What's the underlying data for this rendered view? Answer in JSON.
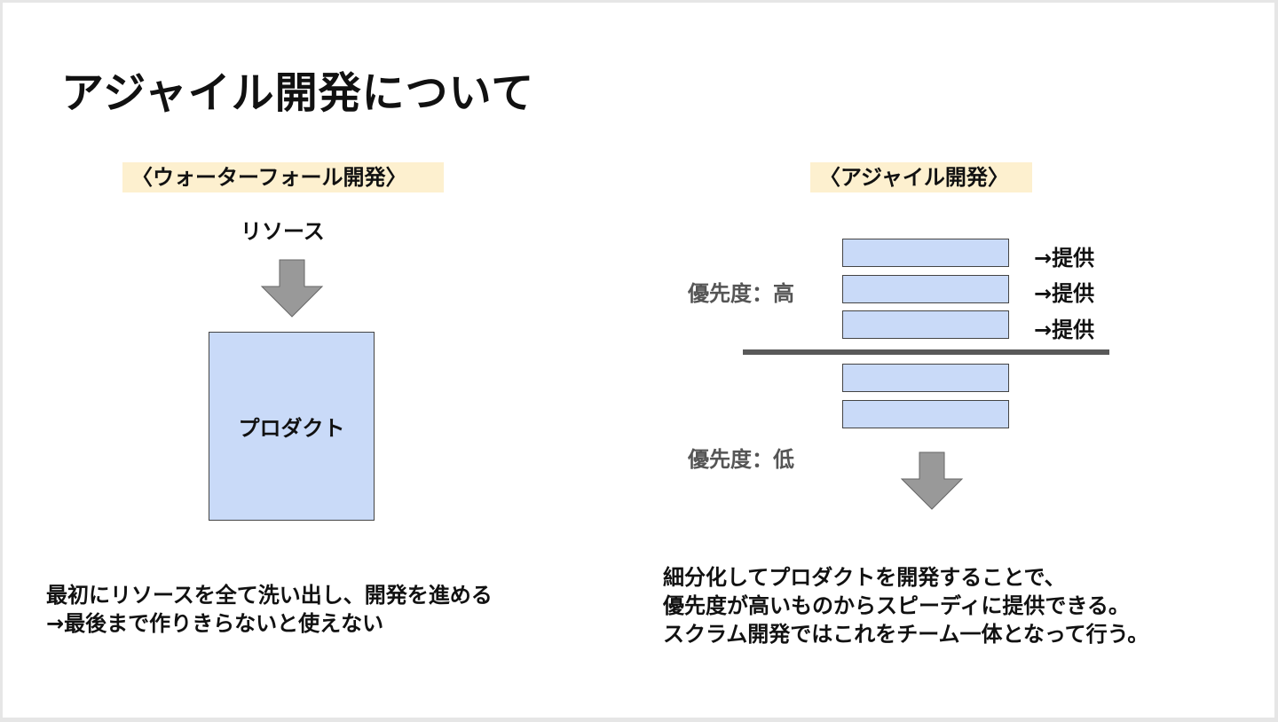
{
  "slide": {
    "title": "アジャイル開発について"
  },
  "waterfall": {
    "heading": "〈ウォーターフォール開発〉",
    "resource_label": "リソース",
    "product_label": "プロダクト",
    "description": [
      "最初にリソースを全て洗い出し、開発を進める",
      "→最後まで作りきらないと使えない"
    ]
  },
  "agile": {
    "heading": "〈アジャイル開発〉",
    "priority_high": "優先度：高",
    "priority_low": "優先度：低",
    "deliver_labels": [
      "→提供",
      "→提供",
      "→提供"
    ],
    "description": [
      "細分化してプロダクトを開発することで、",
      "優先度が高いものからスピーディに提供できる。",
      "スクラム開発ではこれをチーム一体となって行う。"
    ]
  },
  "colors": {
    "box_fill": "#c9daf8",
    "heading_highlight": "#fdf0cf",
    "arrow_fill": "#999999",
    "divider": "#595959"
  }
}
